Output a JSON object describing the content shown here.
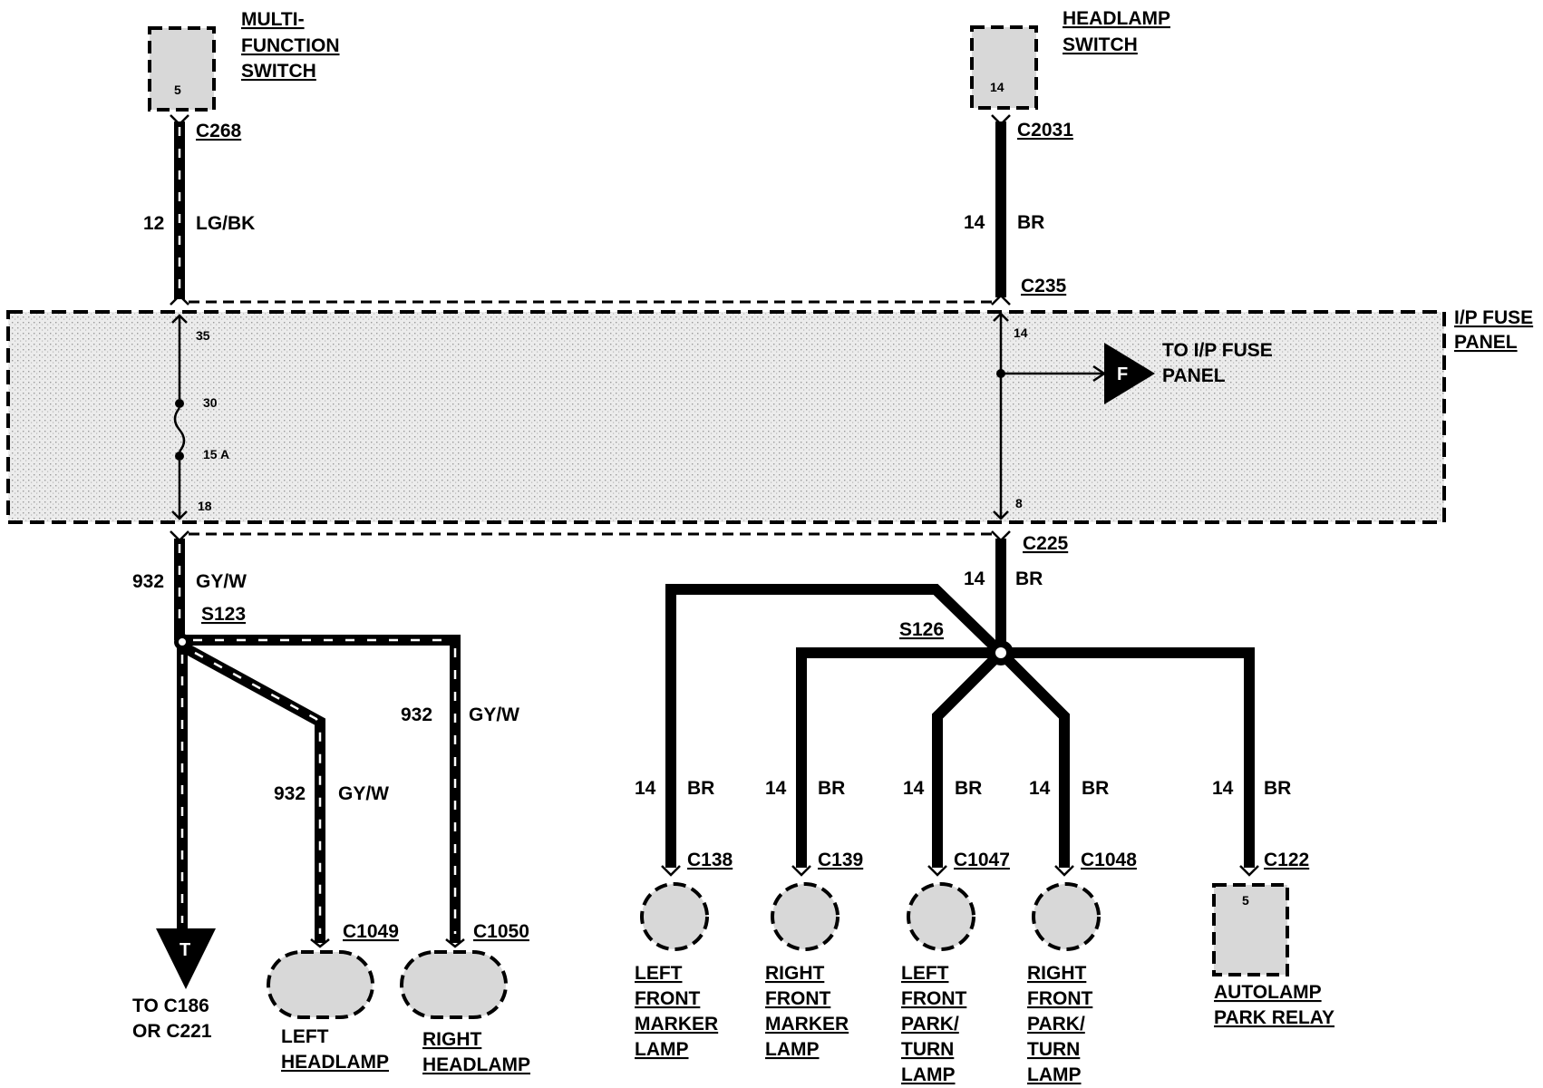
{
  "components": {
    "multifunction_switch": {
      "lines": [
        "MULTI-",
        "FUNCTION",
        "SWITCH"
      ],
      "pin": "5"
    },
    "headlamp_switch": {
      "lines": [
        "HEADLAMP",
        "SWITCH"
      ],
      "pin": "14"
    },
    "fuse_panel": {
      "lines": [
        "I/P FUSE",
        "PANEL"
      ]
    },
    "to_fuse_panel": {
      "symbol": "F",
      "lines": [
        "TO I/P FUSE",
        "PANEL"
      ]
    },
    "to_c186": {
      "symbol": "T",
      "lines": [
        "TO C186",
        "OR C221"
      ]
    },
    "left_headlamp": {
      "lines": [
        "LEFT",
        "HEADLAMP"
      ]
    },
    "right_headlamp": {
      "lines": [
        "RIGHT",
        "HEADLAMP"
      ]
    },
    "left_front_marker": {
      "lines": [
        "LEFT",
        "FRONT",
        "MARKER",
        "LAMP"
      ]
    },
    "right_front_marker": {
      "lines": [
        "RIGHT",
        "FRONT",
        "MARKER",
        "LAMP"
      ]
    },
    "left_front_park": {
      "lines": [
        "LEFT",
        "FRONT",
        "PARK/",
        "TURN",
        "LAMP"
      ]
    },
    "right_front_park": {
      "lines": [
        "RIGHT",
        "FRONT",
        "PARK/",
        "TURN",
        "LAMP"
      ]
    },
    "autolamp_relay": {
      "lines": [
        "AUTOLAMP",
        "PARK RELAY"
      ],
      "pin": "5"
    }
  },
  "connectors": {
    "c268": "C268",
    "c2031": "C2031",
    "c235": "C235",
    "c225": "C225",
    "s123": "S123",
    "s126": "S126",
    "c1049": "C1049",
    "c1050": "C1050",
    "c138": "C138",
    "c139": "C139",
    "c1047": "C1047",
    "c1048": "C1048",
    "c122": "C122"
  },
  "fuse_pins": {
    "p35": "35",
    "p30": "30",
    "fuse": "15 A",
    "p18": "18",
    "p14": "14",
    "p8": "8"
  },
  "wires": {
    "lgbk": {
      "circuit": "12",
      "color": "LG/BK"
    },
    "br_top": {
      "circuit": "14",
      "color": "BR"
    },
    "gyw_main": {
      "circuit": "932",
      "color": "GY/W"
    },
    "br_main": {
      "circuit": "14",
      "color": "BR"
    },
    "gyw_left": {
      "circuit": "932",
      "color": "GY/W"
    },
    "gyw_right": {
      "circuit": "932",
      "color": "GY/W"
    },
    "br_c138": {
      "circuit": "14",
      "color": "BR"
    },
    "br_c139": {
      "circuit": "14",
      "color": "BR"
    },
    "br_c1047": {
      "circuit": "14",
      "color": "BR"
    },
    "br_c1048": {
      "circuit": "14",
      "color": "BR"
    },
    "br_c122": {
      "circuit": "14",
      "color": "BR"
    }
  }
}
